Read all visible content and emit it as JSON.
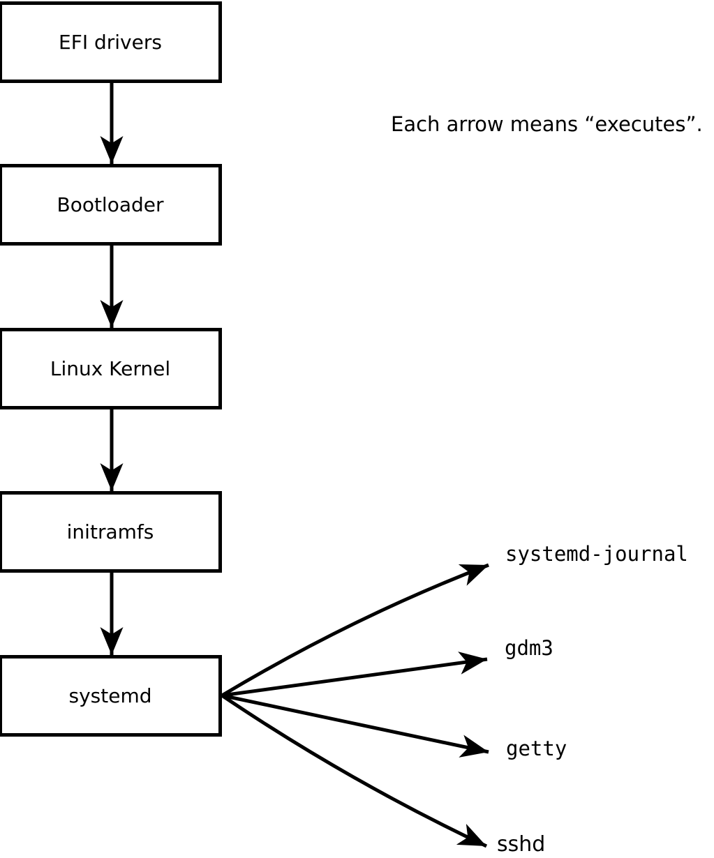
{
  "annotation": {
    "text": "Each arrow means “executes”."
  },
  "nodes": [
    {
      "label": "EFI drivers"
    },
    {
      "label": "Bootloader"
    },
    {
      "label": "Linux Kernel"
    },
    {
      "label": "initramfs"
    },
    {
      "label": "systemd"
    }
  ],
  "spawned": [
    {
      "label": "systemd-journal"
    },
    {
      "label": "gdm3"
    },
    {
      "label": "getty"
    },
    {
      "label": "sshd"
    }
  ],
  "colors": {
    "ink": "#000000",
    "background": "#ffffff"
  }
}
